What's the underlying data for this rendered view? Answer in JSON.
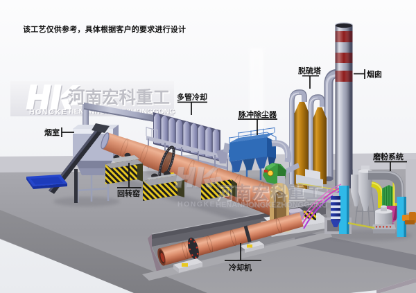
{
  "disclaimer": "该工艺仅供参考，具体根据客户的要求进行设计",
  "watermark": {
    "logo": "HK",
    "logo_sub": "HONGKE",
    "brand_cn": "河南宏科重工",
    "brand_en": "HENANHONGKEZHONGGONG"
  },
  "labels": {
    "smoke_chamber": "烟室",
    "multi_tube_cooler": "多管冷却",
    "pulse_dust_collector": "脉冲除尘器",
    "desulfurization_tower": "脱硫塔",
    "chimney": "烟囱",
    "rotary_kiln": "回转窑",
    "cooler": "冷却机",
    "grinding_system": "磨粉系统"
  },
  "colors": {
    "kiln": "#cd7a5a",
    "dust_collector_blue": "#2f6cb8",
    "desulf_amber": "#b67a10",
    "chimney_band_red": "#8e1a1a",
    "elevator_cyan": "#2fb9e8",
    "pad_blue": "#2546cc",
    "hazard_yellow": "#e8c820",
    "fan_green": "#3b9b40",
    "hopper_magenta": "#c23a92",
    "hood_tan": "#d9b97c",
    "platform_gray": "#9b9ba1"
  }
}
